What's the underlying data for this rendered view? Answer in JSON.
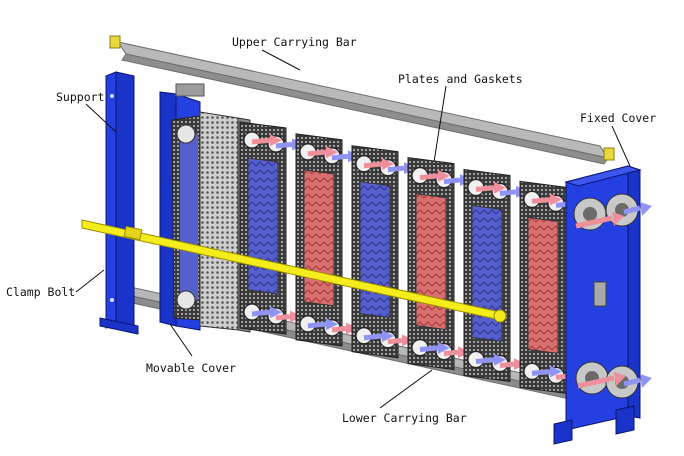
{
  "labels": {
    "upper_carrying_bar": "Upper Carrying Bar",
    "plates_and_gaskets": "Plates and Gaskets",
    "support": "Support",
    "fixed_cover": "Fixed Cover",
    "clamp_bolt": "Clamp Bolt",
    "movable_cover": "Movable Cover",
    "lower_carrying_bar": "Lower Carrying Bar"
  },
  "colors": {
    "frame_blue": "#1a33c8",
    "bar_gray": "#a9a9a9",
    "bolt_yellow": "#f5ec1c",
    "plate_red": "#d96f6f",
    "plate_blue": "#5560cc",
    "plate_gray": "#8c8c8c",
    "arrow_pink": "#ee8f9b",
    "arrow_blue": "#8f94f2"
  },
  "plates": [
    {
      "name": "plate-1",
      "fill": "blue"
    },
    {
      "name": "plate-2",
      "fill": "red"
    },
    {
      "name": "plate-3",
      "fill": "blue"
    },
    {
      "name": "plate-4",
      "fill": "red"
    },
    {
      "name": "plate-5",
      "fill": "blue"
    },
    {
      "name": "plate-6",
      "fill": "red"
    },
    {
      "name": "plate-7",
      "fill": "gray"
    }
  ]
}
